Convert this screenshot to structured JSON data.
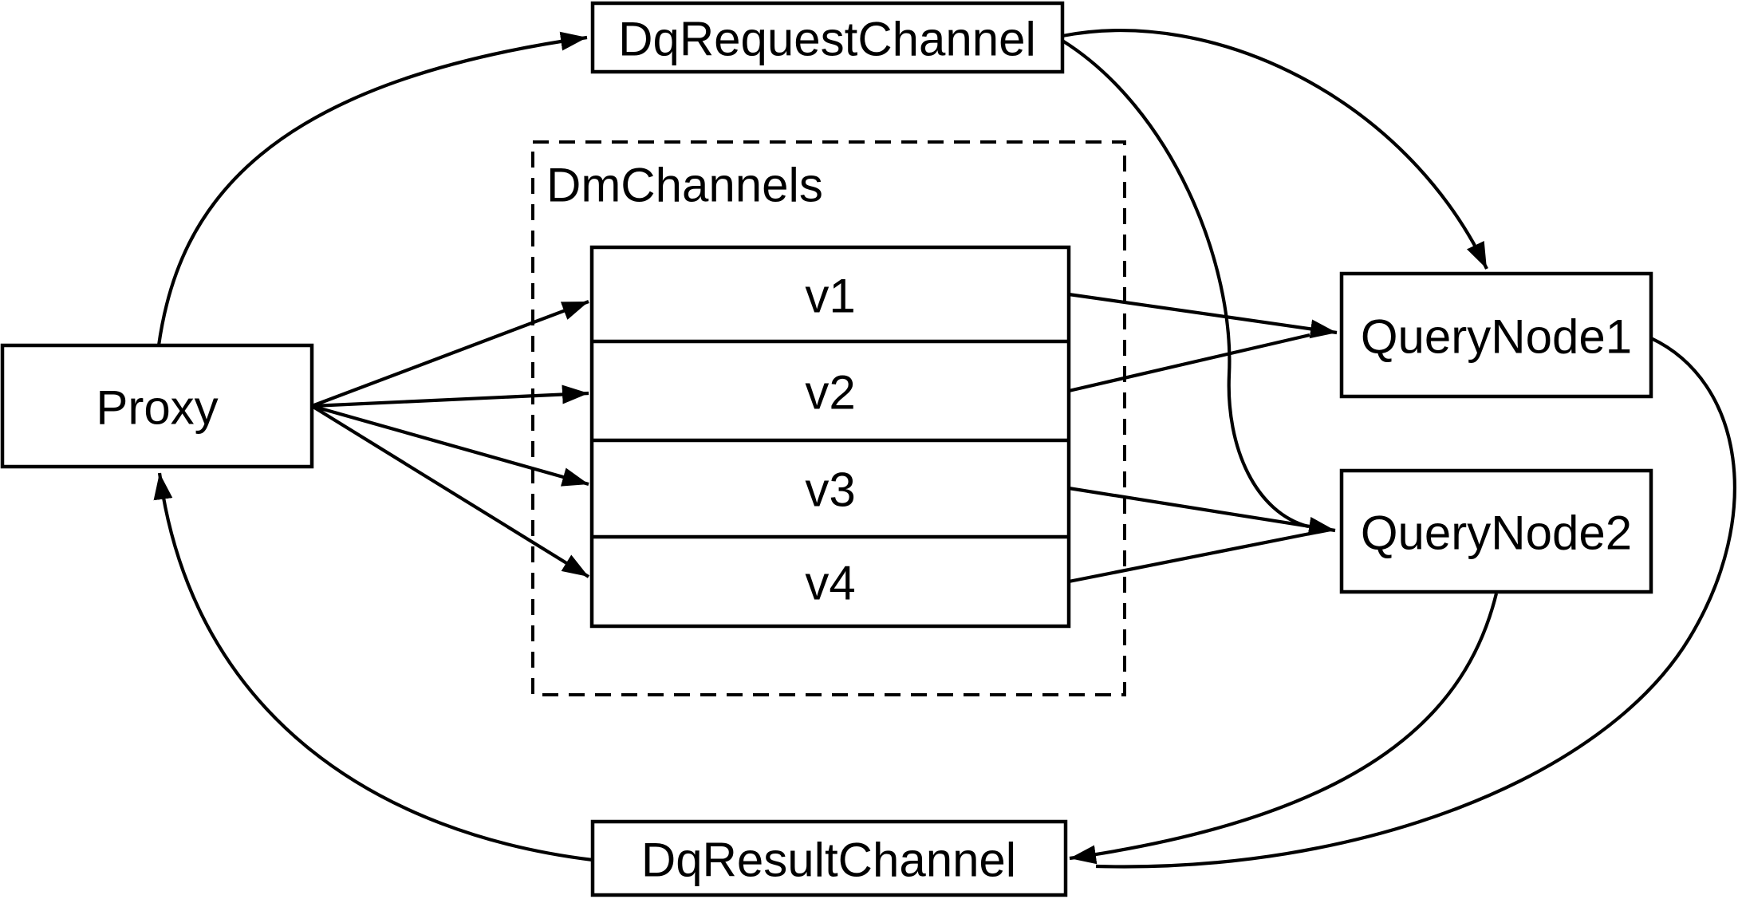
{
  "diagram": {
    "type": "architecture-flow-diagram",
    "nodes": {
      "dq_request_channel": {
        "label": "DqRequestChannel"
      },
      "proxy": {
        "label": "Proxy"
      },
      "dm_channels_group": {
        "label": "DmChannels"
      },
      "channels": [
        {
          "label": "v1"
        },
        {
          "label": "v2"
        },
        {
          "label": "v3"
        },
        {
          "label": "v4"
        }
      ],
      "query_node_1": {
        "label": "QueryNode1"
      },
      "query_node_2": {
        "label": "QueryNode2"
      },
      "dq_result_channel": {
        "label": "DqResultChannel"
      }
    },
    "edges": [
      {
        "from": "Proxy",
        "to": "DqRequestChannel"
      },
      {
        "from": "Proxy",
        "to": "v1"
      },
      {
        "from": "Proxy",
        "to": "v2"
      },
      {
        "from": "Proxy",
        "to": "v3"
      },
      {
        "from": "Proxy",
        "to": "v4"
      },
      {
        "from": "v1",
        "to": "QueryNode1"
      },
      {
        "from": "v2",
        "to": "QueryNode1"
      },
      {
        "from": "v3",
        "to": "QueryNode2"
      },
      {
        "from": "v4",
        "to": "QueryNode2"
      },
      {
        "from": "DqRequestChannel",
        "to": "QueryNode1"
      },
      {
        "from": "DqRequestChannel",
        "to": "QueryNode2"
      },
      {
        "from": "QueryNode1",
        "to": "DqResultChannel"
      },
      {
        "from": "QueryNode2",
        "to": "DqResultChannel"
      },
      {
        "from": "DqResultChannel",
        "to": "Proxy"
      }
    ],
    "colors": {
      "line": "#000000",
      "node_fill": "#ffffff",
      "background": "#ffffff"
    }
  }
}
